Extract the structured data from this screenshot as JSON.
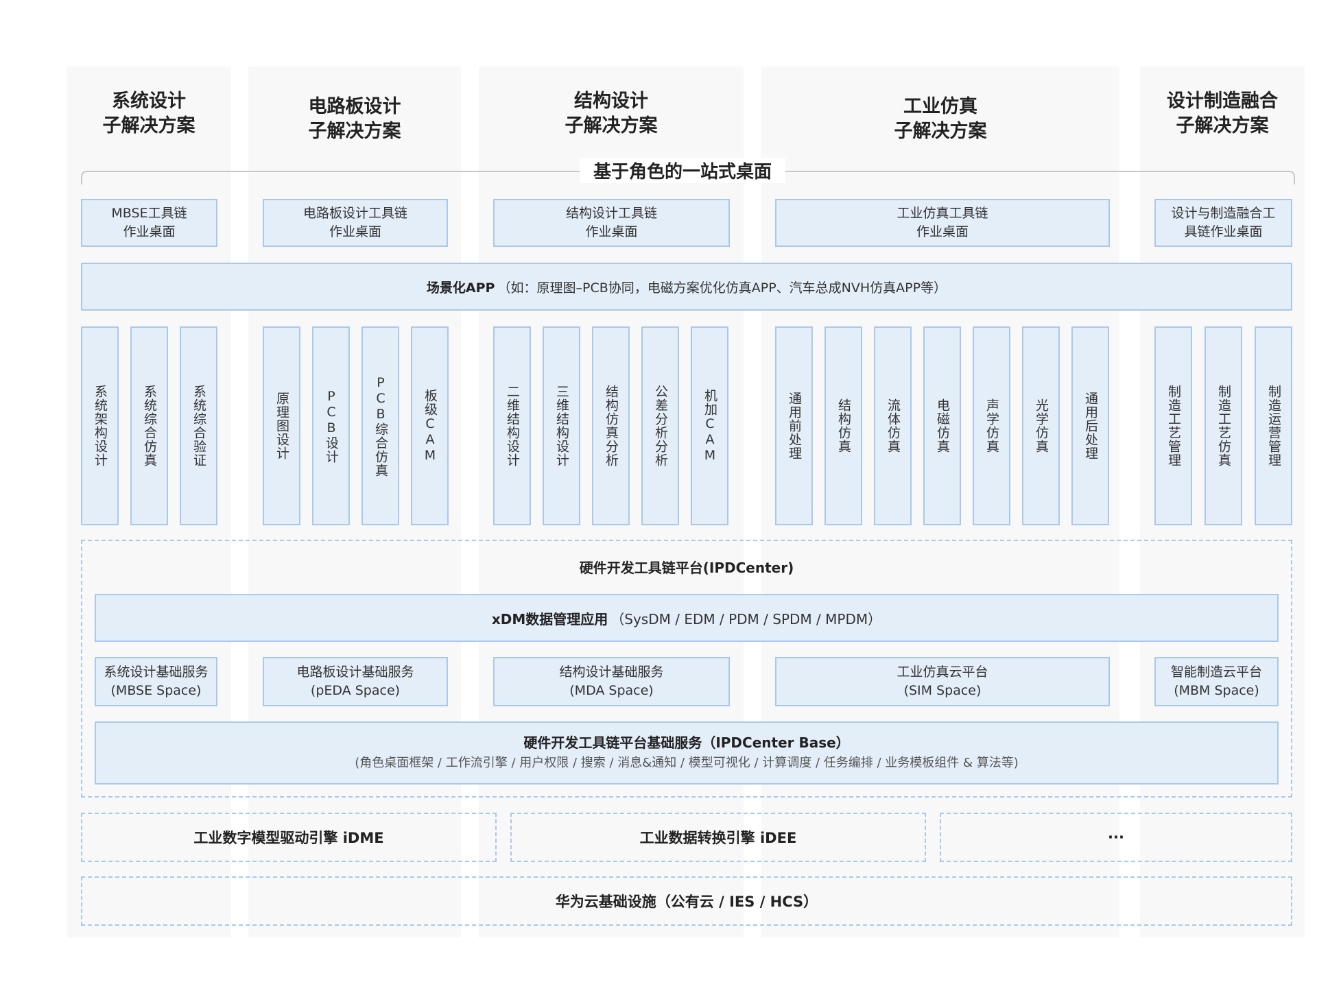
{
  "headers": [
    "系统设计\n子解决方案",
    "电路板设计\n子解决方案",
    "结构设计\n子解决方案",
    "工业仿真\n子解决方案",
    "设计制造融合\n子解决方案"
  ],
  "desktop_label": "基于角色的一站式桌面",
  "desks": [
    "MBSE工具链\n作业桌面",
    "电路板设计工具链\n作业桌面",
    "结构设计工具链\n作业桌面",
    "工业仿真工具链\n作业桌面",
    "设计与制造融合工\n具链作业桌面"
  ],
  "app": {
    "bold": "场景化APP",
    "rest": "（如：原理图–PCB协同，电磁方案优化仿真APP、汽车总成NVH仿真APP等）"
  },
  "tools": [
    "系统架构设计",
    "系统综合仿真",
    "系统综合验证",
    "原理图设计",
    "PCB设计",
    "PCB综合仿真",
    "板级CAM",
    "二维结构设计",
    "三维结构设计",
    "结构仿真分析",
    "公差分析分析",
    "机加CAM",
    "通用前处理",
    "结构仿真",
    "流体仿真",
    "电磁仿真",
    "声学仿真",
    "光学仿真",
    "通用后处理",
    "制造工艺管理",
    "制造工艺仿真",
    "制造运营管理"
  ],
  "platform": {
    "title": "硬件开发工具链平台(IPDCenter)",
    "xdm_bold": "xDM数据管理应用",
    "xdm_rest": "（SysDM / EDM / PDM / SPDM / MPDM）",
    "services": [
      "系统设计基础服务\n(MBSE Space)",
      "电路板设计基础服务\n(pEDA Space)",
      "结构设计基础服务\n(MDA Space)",
      "工业仿真云平台\n(SIM Space)",
      "智能制造云平台\n(MBM Space)"
    ],
    "base_title": "硬件开发工具链平台基础服务（IPDCenter Base）",
    "base_detail": "(角色桌面框架 / 工作流引擎 / 用户权限 / 搜索 / 消息&通知 / 模型可视化 / 计算调度 / 任务编排 / 业务模板组件 & 算法等)"
  },
  "engines": [
    "工业数字模型驱动引擎 iDME",
    "工业数据转换引擎 iDEE",
    "···"
  ],
  "infra": "华为云基础设施（公有云 / IES / HCS）",
  "colors": {
    "box_fill": "#e4eef9",
    "box_border": "#a9c9ec",
    "column_bg": "#f8f8f8"
  }
}
